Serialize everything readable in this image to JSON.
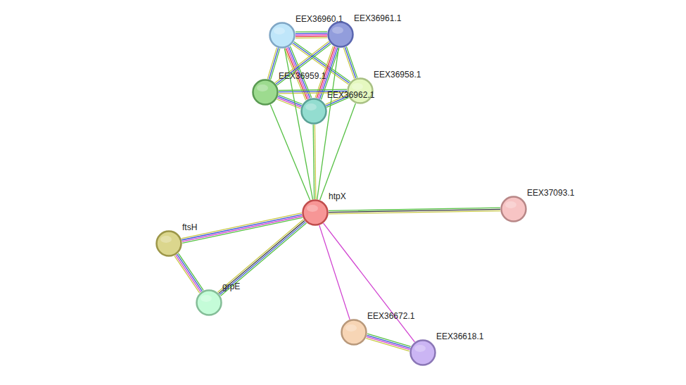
{
  "diagram": {
    "nodes": [
      {
        "text": [
          "EEX36960.1"
        ]
      },
      {
        "text": [
          "EEX36961.1"
        ]
      },
      {
        "text": [
          "EEX36959.1"
        ]
      },
      {
        "text": [
          "EEX36958.1"
        ]
      },
      {
        "text": [
          "EEX36962.1"
        ]
      },
      {
        "text": [
          "htpX"
        ]
      },
      {
        "text": [
          "EEX37093.1"
        ]
      },
      {
        "text": [
          "ftsH"
        ]
      },
      {
        "text": [
          "grpE"
        ]
      },
      {
        "text": [
          "EEX36672.1"
        ]
      },
      {
        "text": [
          "EEX36618.1"
        ]
      }
    ],
    "edges": [
      {
        "from": 0,
        "to": 1,
        "arrow": "none"
      },
      {
        "from": 0,
        "to": 2,
        "arrow": "none"
      },
      {
        "from": 0,
        "to": 3,
        "arrow": "none"
      },
      {
        "from": 0,
        "to": 4,
        "arrow": "none"
      },
      {
        "from": 1,
        "to": 2,
        "arrow": "none"
      },
      {
        "from": 1,
        "to": 3,
        "arrow": "none"
      },
      {
        "from": 1,
        "to": 4,
        "arrow": "none"
      },
      {
        "from": 2,
        "to": 3,
        "arrow": "none"
      },
      {
        "from": 2,
        "to": 4,
        "arrow": "none"
      },
      {
        "from": 3,
        "to": 4,
        "arrow": "none"
      },
      {
        "from": 5,
        "to": 0,
        "arrow": "none"
      },
      {
        "from": 5,
        "to": 1,
        "arrow": "none"
      },
      {
        "from": 5,
        "to": 2,
        "arrow": "none"
      },
      {
        "from": 5,
        "to": 3,
        "arrow": "none"
      },
      {
        "from": 5,
        "to": 4,
        "arrow": "none"
      },
      {
        "from": 5,
        "to": 6,
        "arrow": "none"
      },
      {
        "from": 5,
        "to": 7,
        "arrow": "none"
      },
      {
        "from": 5,
        "to": 8,
        "arrow": "none"
      },
      {
        "from": 7,
        "to": 8,
        "arrow": "none"
      },
      {
        "from": 5,
        "to": 9,
        "arrow": "none"
      },
      {
        "from": 5,
        "to": 10,
        "arrow": "none"
      },
      {
        "from": 9,
        "to": 10,
        "arrow": "none"
      }
    ]
  }
}
